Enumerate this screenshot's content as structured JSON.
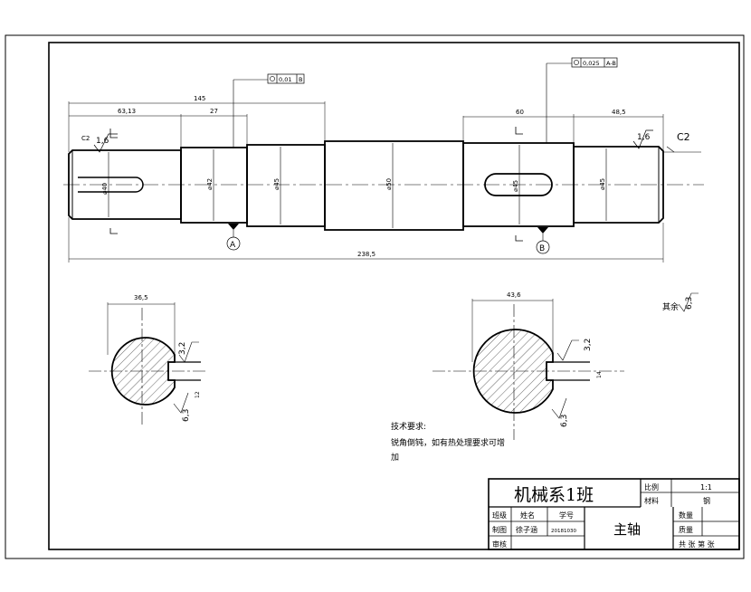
{
  "dimensions": {
    "d145": "145",
    "d2735": "27",
    "d6313": "63,13",
    "d2": "C2",
    "d60": "60",
    "d485": "48,5",
    "d2385": "238,5",
    "dia_shaft1": "⌀40",
    "dia_shaft2": "⌀42",
    "dia_shaft3": "⌀45",
    "dia_shaft4": "⌀50",
    "dia_shaft5": "⌀45",
    "dia_shaft6": "⌀45",
    "key1_width": "12",
    "sec1_width": "36,5",
    "sec2_width": "43,6",
    "sec2_key": "14",
    "sec1_key": "12"
  },
  "tolerances": {
    "tol_a": "0,01",
    "tol_a_ref": "B",
    "tol_b": "0,025",
    "tol_b_ref": "A-B"
  },
  "roughness": {
    "r1": "1,6",
    "r2": "1,6",
    "r3": "3,2",
    "r4": "6,3",
    "r5": "3,2",
    "r6": "6,3",
    "r_other": "6,3",
    "other_label": "其余"
  },
  "datums": {
    "a": "A",
    "b": "B"
  },
  "notes": {
    "heading": "技术要求:",
    "line1": "锐角倒钝，如有热处理要求可增",
    "line2": "加"
  },
  "title_block": {
    "title": "机械系1班",
    "part_name": "主轴",
    "scale_label": "比例",
    "scale_value": "1:1",
    "material_label": "材料",
    "material_value": "钢",
    "row_labels": [
      "班级",
      "制图",
      "审核"
    ],
    "col_labels": [
      "姓名",
      "学号"
    ],
    "drawer_name": "徐子涵",
    "student_no": "20181030",
    "qty_label": "数量",
    "weight_label": "质量",
    "sheets": "共  张  第  张"
  }
}
